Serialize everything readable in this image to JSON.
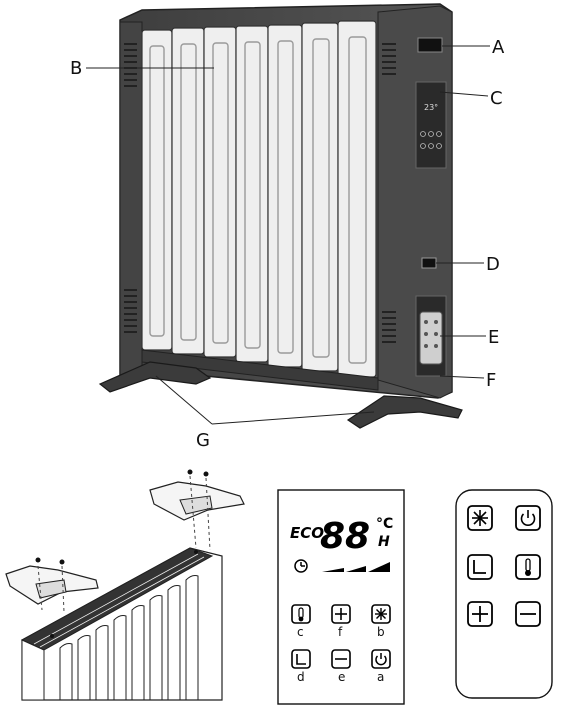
{
  "callouts": {
    "a": "A",
    "b": "B",
    "c": "C",
    "d": "D",
    "e": "E",
    "f": "F",
    "g": "G"
  },
  "unit_display": {
    "eco": "ECO",
    "temperature": "88",
    "unit": "°C",
    "mode": "H",
    "buttons": [
      {
        "letter": "c",
        "icon": "thermometer-icon"
      },
      {
        "letter": "f",
        "icon": "plus-icon"
      },
      {
        "letter": "b",
        "icon": "snowflake-icon"
      },
      {
        "letter": "d",
        "icon": "timer-icon"
      },
      {
        "letter": "e",
        "icon": "minus-icon"
      },
      {
        "letter": "a",
        "icon": "power-icon"
      }
    ]
  },
  "remote": {
    "buttons": [
      "snowflake-icon",
      "power-icon",
      "timer-icon",
      "thermometer-icon",
      "plus-icon",
      "minus-icon"
    ]
  },
  "colors": {
    "frame": "#4b4b4b",
    "panel": "#f2f2f2",
    "line": "#222222"
  }
}
